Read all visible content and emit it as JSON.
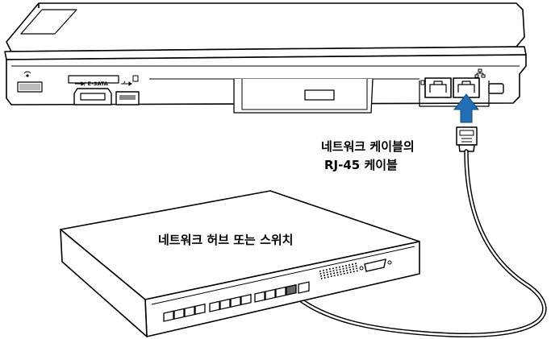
{
  "labels": {
    "cable_line1": "네트워크 케이블의",
    "cable_line2": "RJ-45 케이블",
    "hub": "네트워크 허브 또는 스위치",
    "esata_port": "/ E-SATA"
  },
  "icons": {
    "arrow_color": "#1f6fb2",
    "arrow": "arrow-up-icon",
    "wireless_switch": "wireless-icon",
    "usb": "usb-icon",
    "network": "network-icon",
    "card_reader": "card-slot-icon"
  }
}
